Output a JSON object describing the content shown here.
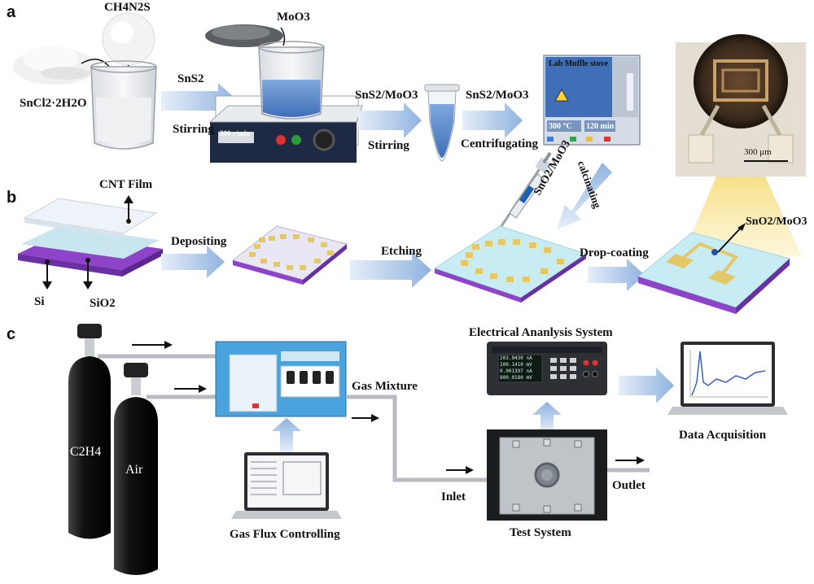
{
  "panels": [
    "a",
    "b",
    "c"
  ],
  "panel_a": {
    "reagent_powder": "SnCl2·2H2O",
    "reagent_sphere": "CH4N2S",
    "step1_label": "SnS2",
    "step1_action": "Stirring",
    "additive": "MoO3",
    "stirrer_display": "300 r/min",
    "step2_label": "SnS2/MoO3",
    "step2_action": "Stirring",
    "step3_label": "SnS2/MoO3",
    "step3_action": "Centrifugating",
    "furnace_title": "Lab Muffle stove",
    "furnace_temp": "300 °C",
    "furnace_time": "120 min",
    "scale_bar": "300 μm"
  },
  "panel_b": {
    "film_label": "CNT Film",
    "substrate_si": "Si",
    "substrate_sio2": "SiO2",
    "step1_action": "Depositing",
    "step2_action": "Etching",
    "pipette_label": "SnO2/MoO3",
    "calcinating": "calcinating",
    "step3_action": "Drop-coating",
    "final_label": "SnO2/MoO3"
  },
  "panel_c": {
    "gas1": "C2H4",
    "gas2": "Air",
    "mixer_label": "Gas Mixture",
    "flux_label": "Gas Flux Controlling",
    "analysis_label": "Electrical Ananlysis System",
    "meter_readings": [
      "203.0430 nA",
      "200.1410 mV",
      "0.001397 nA",
      "800.0180 mV"
    ],
    "inlet": "Inlet",
    "outlet": "Outlet",
    "test_label": "Test System",
    "data_label": "Data Acquisition"
  },
  "colors": {
    "arrow_blue": "#8fb3df",
    "substrate_purple": "#8e44c8",
    "cnt_film": "#e3eef8",
    "electrode_gold": "#e3c86a",
    "cylinder": "#1a1a1a",
    "pipe_gray": "#b8bcc2"
  },
  "icons": [
    "beaker-icon",
    "stirrer-icon",
    "tube-icon",
    "furnace-icon",
    "pipette-icon",
    "gas-cylinder-icon",
    "laptop-icon",
    "source-meter-icon",
    "test-chamber-icon"
  ]
}
